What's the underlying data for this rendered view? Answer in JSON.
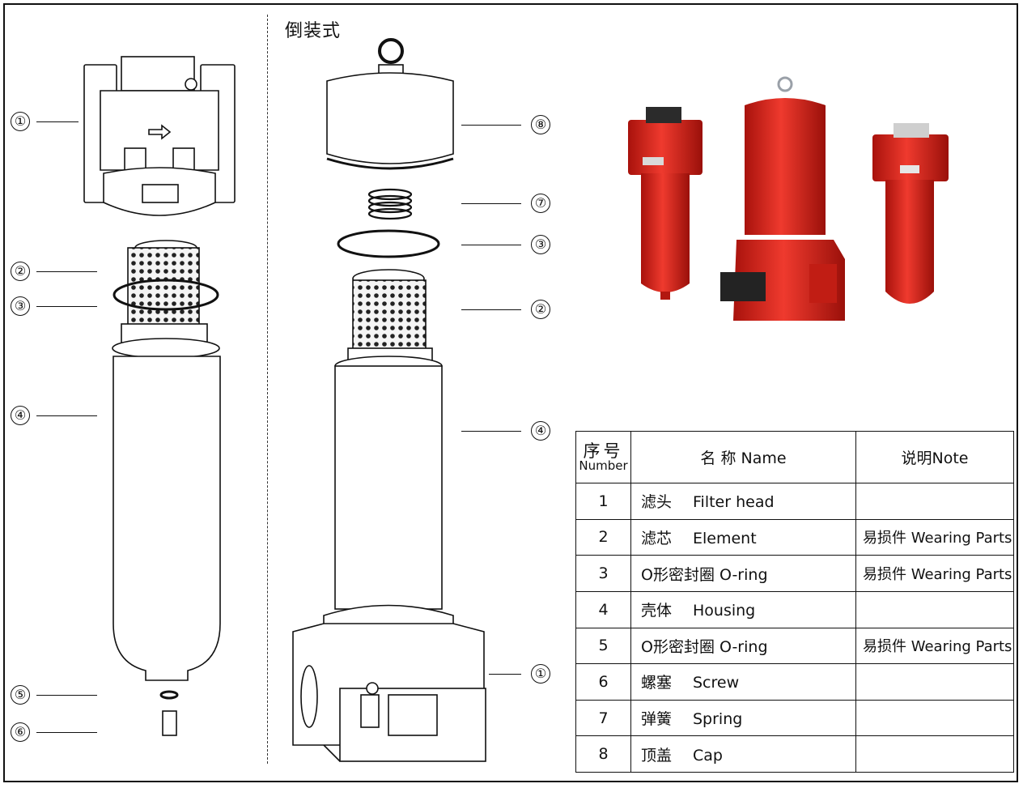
{
  "title": "倒装式",
  "callouts_left": [
    "①",
    "②",
    "③",
    "④",
    "⑤",
    "⑥"
  ],
  "callouts_right": [
    "⑧",
    "⑦",
    "③",
    "②",
    "④",
    "①"
  ],
  "table": {
    "header": {
      "number_zh": "序号",
      "number_en": "Number",
      "name": "名 称 Name",
      "note": "说明Note"
    },
    "rows": [
      {
        "n": "1",
        "zh": "滤头",
        "en": "Filter head",
        "note": ""
      },
      {
        "n": "2",
        "zh": "滤芯",
        "en": "Element",
        "note": "易损件 Wearing Parts"
      },
      {
        "n": "3",
        "zh": "O形密封圈",
        "en": "O-ring",
        "note": "易损件 Wearing Parts"
      },
      {
        "n": "4",
        "zh": "壳体",
        "en": "Housing",
        "note": ""
      },
      {
        "n": "5",
        "zh": "O形密封圈",
        "en": "O-ring",
        "note": "易损件 Wearing Parts"
      },
      {
        "n": "6",
        "zh": "螺塞",
        "en": "Screw",
        "note": ""
      },
      {
        "n": "7",
        "zh": "弹簧",
        "en": "Spring",
        "note": ""
      },
      {
        "n": "8",
        "zh": "顶盖",
        "en": "Cap",
        "note": ""
      }
    ]
  },
  "colors": {
    "product_red": "#e0231b",
    "line": "#111111"
  }
}
